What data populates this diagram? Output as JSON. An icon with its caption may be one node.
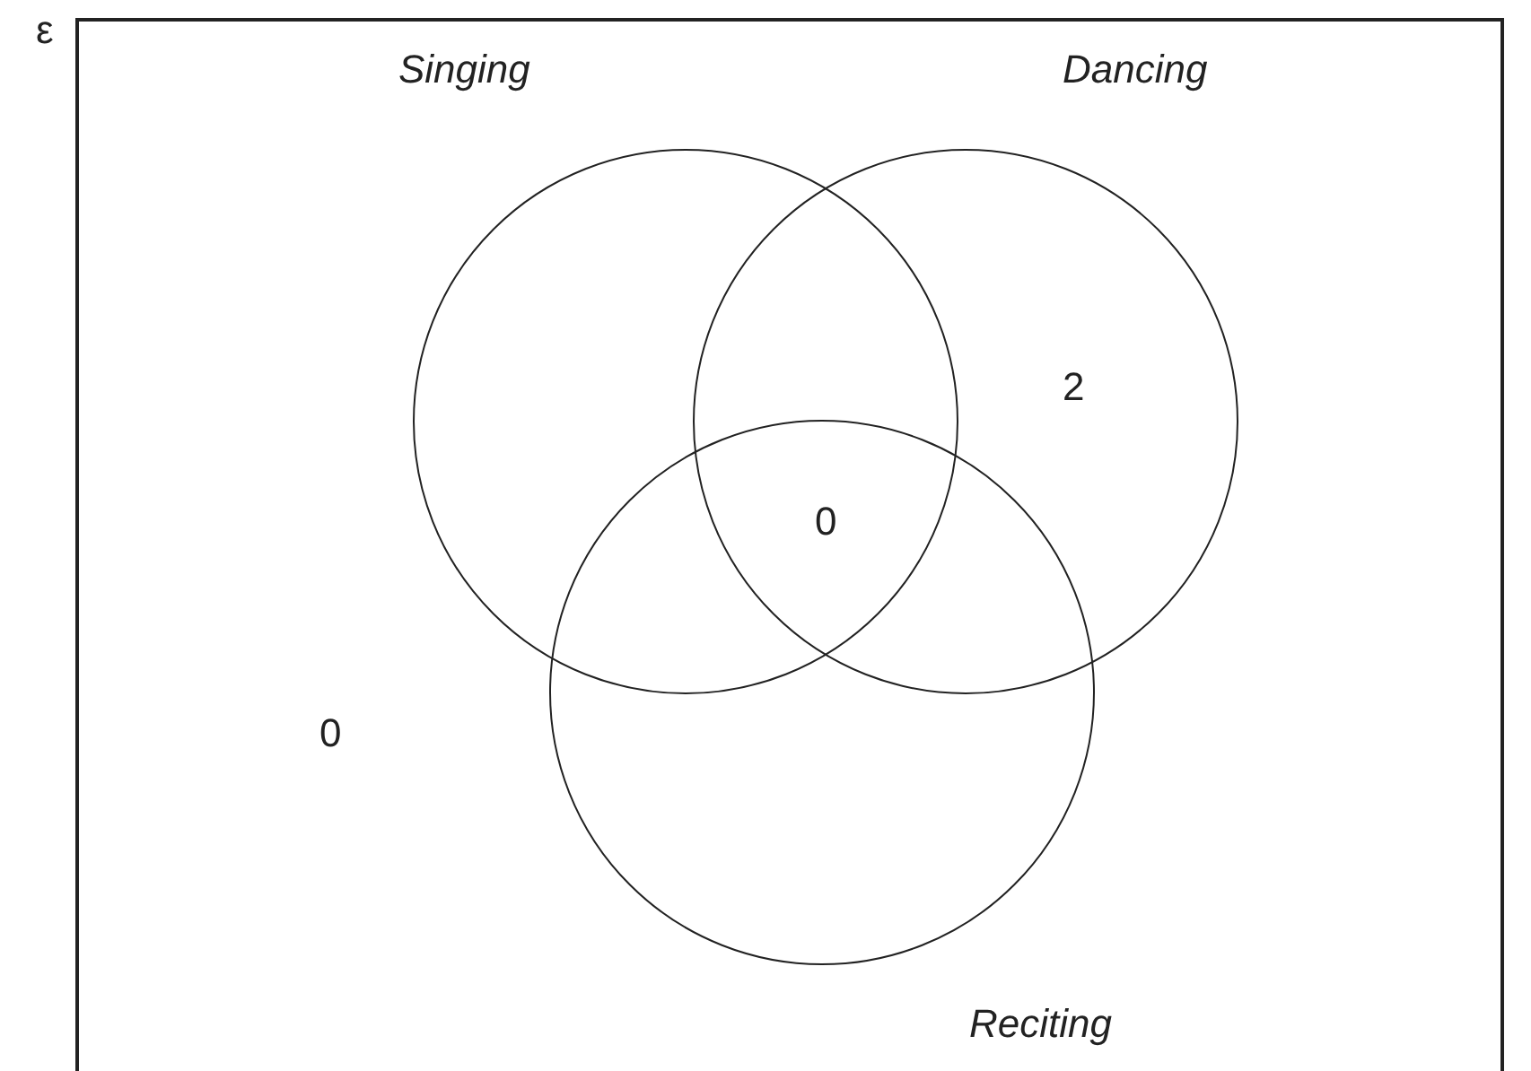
{
  "diagram": {
    "nodes": [
      {
        "text": [
          "ε"
        ]
      },
      {
        "text": [
          "Singing"
        ],
        "in": 0
      },
      {
        "text": [
          "Dancing"
        ],
        "in": 0
      },
      {
        "text": [
          "Reciting"
        ],
        "in": 0
      }
    ],
    "labels": [
      "2",
      "0",
      "0"
    ]
  }
}
